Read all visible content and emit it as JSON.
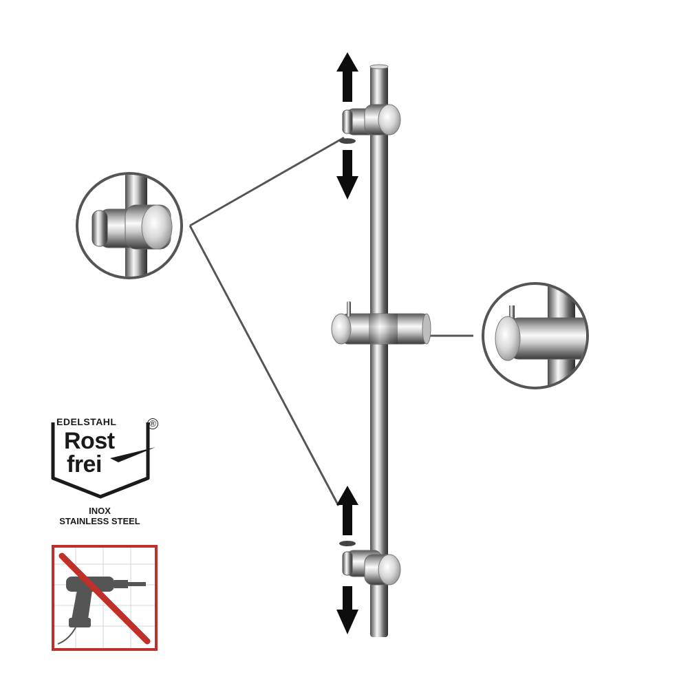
{
  "logo": {
    "top_text": "EDELSTAHL",
    "registered_mark": "®",
    "word_1": "Rost",
    "word_2": "frei",
    "sub_1": "INOX",
    "sub_2": "STAINLESS STEEL"
  },
  "icons": {
    "arrow": "double-arrow-icon",
    "no_drill": "no-drilling-icon",
    "zoom": "magnifier-circle"
  },
  "colors": {
    "chrome_dark": "#5a5a5a",
    "chrome_light": "#f4f4f4",
    "arrow": "#0d0d0d",
    "no_drill_frame": "#c0302a",
    "callout_ring": "#555555"
  }
}
